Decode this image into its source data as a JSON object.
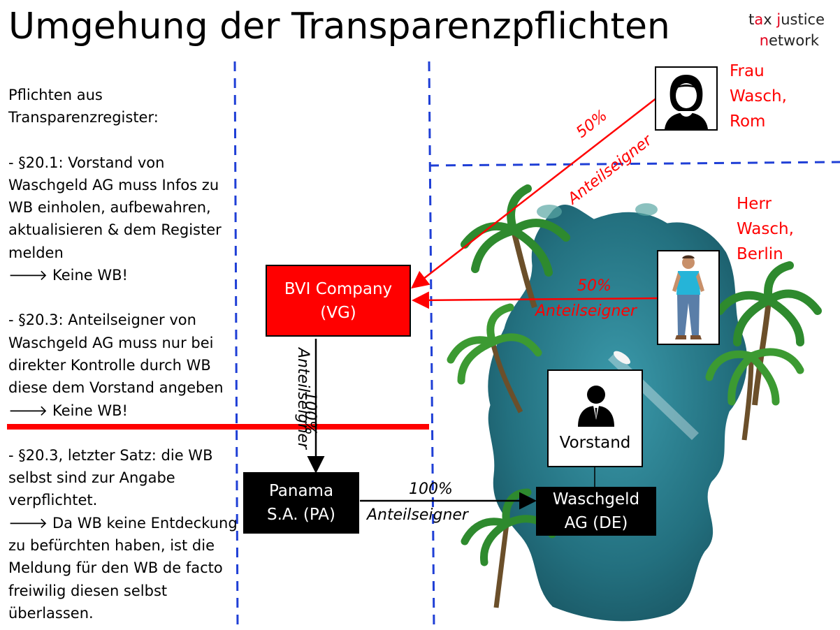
{
  "title": "Umgehung der Transparenzpflichten",
  "logo": {
    "line1_prefix": "t",
    "line1_hl": "a",
    "line1_mid": "x ",
    "line1_hl2": "j",
    "line1_rest": "ustice",
    "line2_hl": "n",
    "line2_rest": "etwork"
  },
  "left_text": {
    "heading": [
      "Pflichten aus",
      "Transparenzregister:"
    ],
    "p1": [
      "- §20.1: Vorstand von",
      "Waschgeld AG muss Infos zu",
      "WB einholen, aufbewahren,",
      "aktualisieren & dem Register",
      "melden",
      "🡒  Keine WB!"
    ],
    "p2": [
      "- §20.3: Anteilseigner von",
      "Waschgeld AG muss nur bei",
      "direkter Kontrolle durch WB",
      "diese dem Vorstand angeben",
      "🡒  Keine WB!"
    ],
    "p3": [
      "- §20.3, letzter Satz: die WB",
      "selbst sind zur Angabe",
      "verpflichtet.",
      "🡒 Da WB keine Entdeckung",
      "zu befürchten haben, ist die",
      "Meldung für den WB de facto",
      "freiwilig diesen selbst",
      "überlassen."
    ]
  },
  "nodes": {
    "bvi": [
      "BVI Company",
      "(VG)"
    ],
    "pa": [
      "Panama",
      "S.A. (PA)"
    ],
    "ag": [
      "Waschgeld",
      "AG (DE)"
    ],
    "vorstand": "Vorstand",
    "frau": [
      "Frau",
      "Wasch,",
      "Rom"
    ],
    "herr": [
      "Herr",
      "Wasch,",
      "Berlin"
    ]
  },
  "edges": {
    "frau_pct": "50%",
    "frau_label": "Anteilseigner",
    "herr_pct": "50%",
    "herr_label": "Anteilseigner",
    "bvi_pa_pct": "100%",
    "bvi_pa_label": "Anteilseigner",
    "pa_ag_pct": "100%",
    "pa_ag_label": "Anteilseigner"
  },
  "colors": {
    "red": "#ff0000",
    "blue_dash": "#1f3fd6",
    "sea": "#2a7e92"
  },
  "icons": [
    "woman-avatar-icon",
    "man-photo-icon",
    "businessman-icon",
    "germany-map-image",
    "palm-tree-icon"
  ]
}
